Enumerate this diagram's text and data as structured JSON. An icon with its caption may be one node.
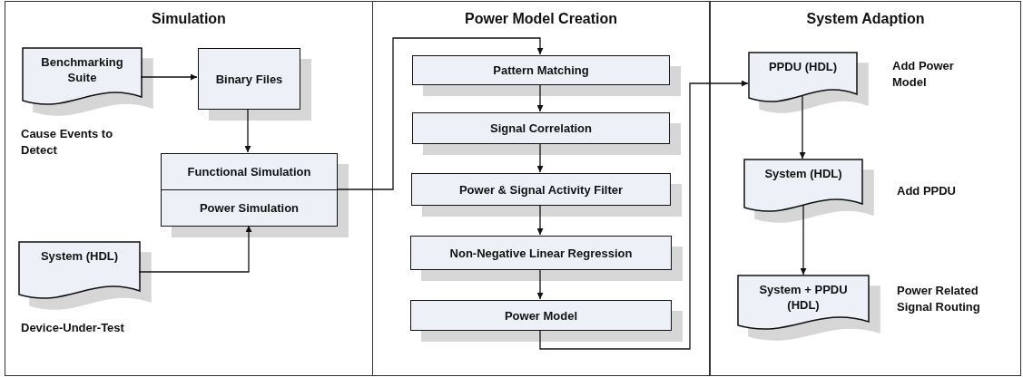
{
  "diagram": {
    "nodes": [
      {
        "text": [
          "Simulation"
        ]
      },
      {
        "text": [
          "Benchmarking Suite"
        ],
        "in": 0,
        "beside": [
          "Cause Events to Detect"
        ]
      },
      {
        "text": [
          "Binary Files"
        ],
        "in": 0
      },
      {
        "text": [
          "Functional Simulation",
          "Power Simulation"
        ],
        "in": 0
      },
      {
        "text": [
          "System (HDL)"
        ],
        "in": 0,
        "beside": [
          "Device-Under-Test"
        ]
      },
      {
        "text": [
          "Power Model Creation"
        ]
      },
      {
        "text": [
          "Pattern Matching"
        ],
        "in": 5
      },
      {
        "text": [
          "Signal Correlation"
        ],
        "in": 5
      },
      {
        "text": [
          "Power & Signal Activity Filter"
        ],
        "in": 5
      },
      {
        "text": [
          "Non-Negative Linear Regression"
        ],
        "in": 5
      },
      {
        "text": [
          "Power Model"
        ],
        "in": 5
      },
      {
        "text": [
          "System Adaption"
        ]
      },
      {
        "text": [
          "PPDU (HDL)"
        ],
        "in": 11,
        "beside": [
          "Add Power Model"
        ]
      },
      {
        "text": [
          "System (HDL)"
        ],
        "in": 11,
        "beside": [
          "Add PPDU"
        ]
      },
      {
        "text": [
          "System + PPDU (HDL)"
        ],
        "in": 11,
        "beside": [
          "Power Related Signal Routing"
        ]
      }
    ],
    "edges": [
      {
        "from": 1,
        "to": 2,
        "arrow": "to"
      },
      {
        "from": 2,
        "to": 3,
        "arrow": "to"
      },
      {
        "from": 4,
        "to": 3,
        "arrow": "to"
      },
      {
        "from": 3,
        "to": 6,
        "arrow": "to"
      },
      {
        "from": 6,
        "to": 7,
        "arrow": "to"
      },
      {
        "from": 7,
        "to": 8,
        "arrow": "to"
      },
      {
        "from": 8,
        "to": 9,
        "arrow": "to"
      },
      {
        "from": 9,
        "to": 10,
        "arrow": "to"
      },
      {
        "from": 10,
        "to": 12,
        "arrow": "to"
      },
      {
        "from": 12,
        "to": 13,
        "arrow": "to"
      },
      {
        "from": 13,
        "to": 14,
        "arrow": "to"
      }
    ]
  }
}
